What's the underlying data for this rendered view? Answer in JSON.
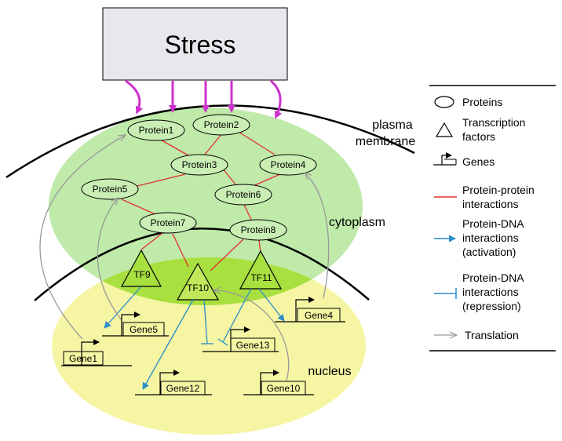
{
  "stress": {
    "label": "Stress"
  },
  "regions": {
    "plasma_line1": "plasma",
    "plasma_line2": "membrane",
    "cytoplasm": "cytoplasm",
    "nucleus": "nucleus"
  },
  "proteins": [
    "Protein1",
    "Protein2",
    "Protein3",
    "Protein4",
    "Protein5",
    "Protein6",
    "Protein7",
    "Protein8"
  ],
  "transcription_factors": [
    "TF9",
    "TF10",
    "TF11"
  ],
  "genes": [
    "Gene1",
    "Gene4",
    "Gene5",
    "Gene10",
    "Gene12",
    "Gene13"
  ],
  "legend": {
    "proteins": "Proteins",
    "tf_line1": "Transcription",
    "tf_line2": "factors",
    "genes": "Genes",
    "ppi_line1": "Protein-protein",
    "ppi_line2": "interactions",
    "act_line1": "Protein-DNA",
    "act_line2": "interactions",
    "act_line3": "(activation)",
    "rep_line1": "Protein-DNA",
    "rep_line2": "interactions",
    "rep_line3": "(repression)",
    "translation": "Translation"
  },
  "colors": {
    "stress_box": "#e8e8ec",
    "stress_arrows": "#cc33cc",
    "cytoplasm": "#b8e8a0",
    "nucleus": "#f4f49a",
    "overlap": "#a8e040",
    "ppi_edge": "#e03030",
    "activation": "#2a8cc8",
    "repression": "#2a8cc8",
    "translation": "#999999"
  }
}
